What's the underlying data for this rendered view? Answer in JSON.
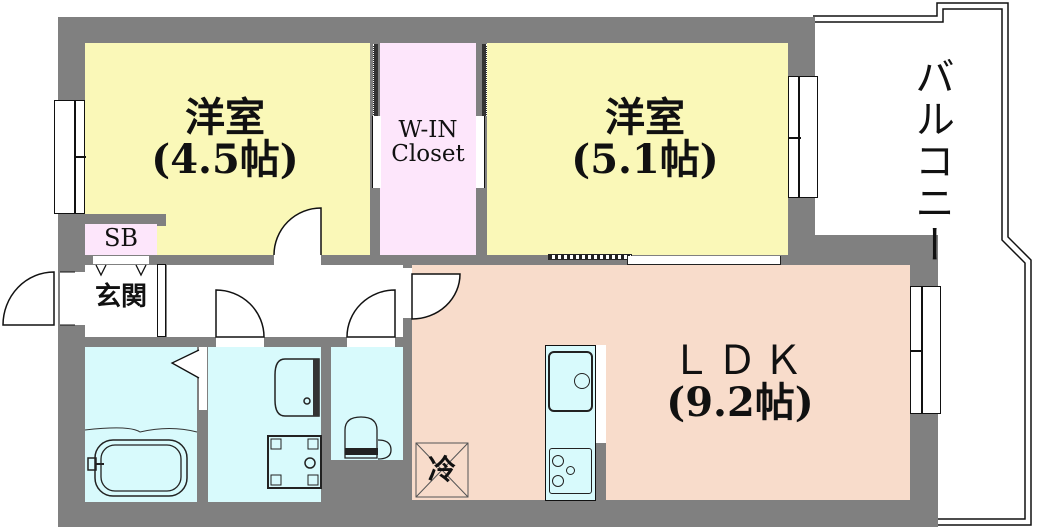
{
  "floorplan": {
    "colors": {
      "wall": "#808080",
      "western_room": "#FAF8B8",
      "closet": "#FDE6FB",
      "ldk": "#F8DCCB",
      "wet_area": "#D8FAFC",
      "balcony_bg": "#FFFFFF",
      "entrance_bg": "#FFFFFF"
    },
    "rooms": {
      "western_room_1": {
        "name": "洋室",
        "size": "(4.5帖)"
      },
      "western_room_2": {
        "name": "洋室",
        "size": "(5.1帖)"
      },
      "walk_in_closet": {
        "line1": "W-IN",
        "line2": "Closet"
      },
      "shoe_box": {
        "name": "SB"
      },
      "entrance": {
        "name": "玄関"
      },
      "ldk": {
        "name": "ＬＤＫ",
        "size": "(9.2帖)"
      },
      "balcony": {
        "name": "バルコニー"
      },
      "refrigerator": {
        "name": "冷"
      }
    },
    "fixtures": [
      "bathtub",
      "washbasin",
      "washing-machine-pan",
      "toilet",
      "kitchen-sink",
      "gas-stove",
      "refrigerator-space"
    ]
  }
}
